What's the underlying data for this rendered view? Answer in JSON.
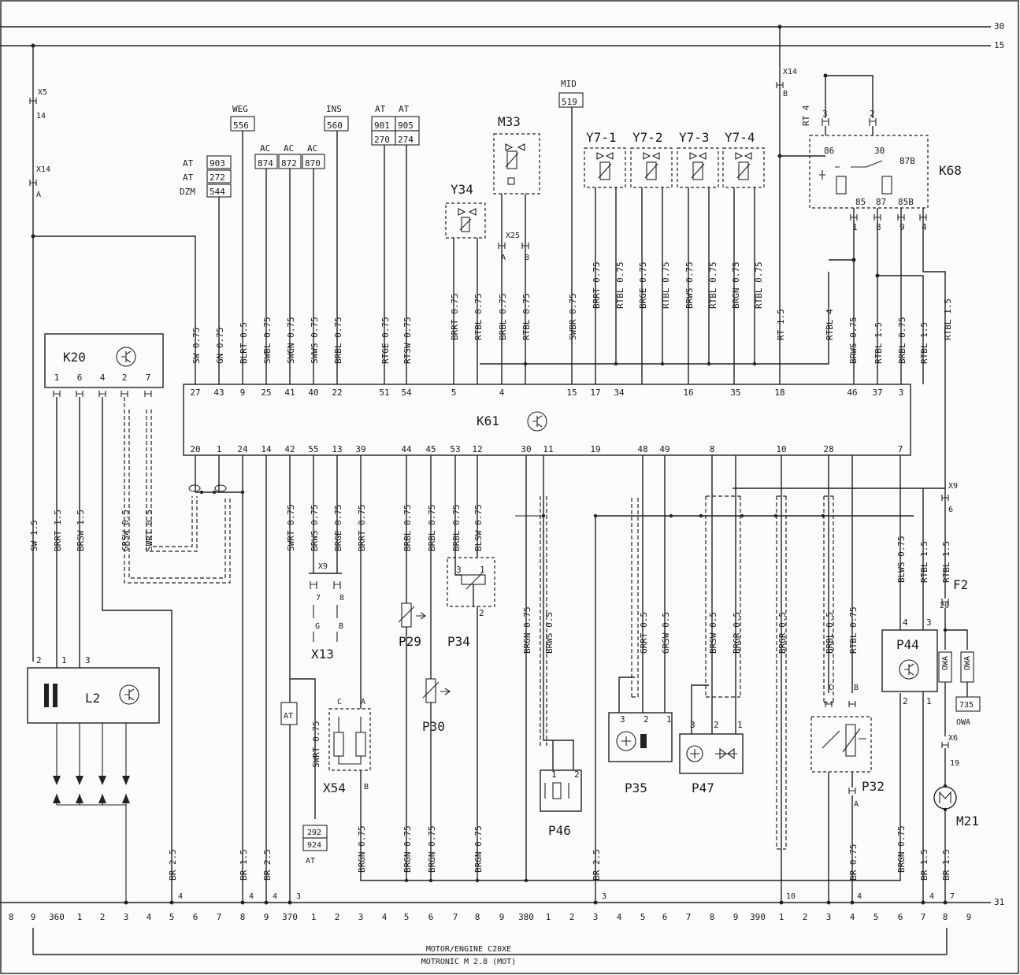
{
  "rails": {
    "top": "30",
    "second": "15",
    "ground": "31"
  },
  "title": {
    "line1": "MOTOR/ENGINE C20XE",
    "line2": "MOTRONIC M 2.8 (MOT)"
  },
  "components": {
    "k20": "K20",
    "k61": "K61",
    "k68": "K68",
    "l2": "L2",
    "x13": "X13",
    "x54": "X54",
    "p29": "P29",
    "p30": "P30",
    "p34": "P34",
    "p46": "P46",
    "p35": "P35",
    "p47": "P47",
    "p32": "P32",
    "p44": "P44",
    "m21": "M21",
    "f2": "F2",
    "y34": "Y34",
    "m33": "M33",
    "y71": "Y7-1",
    "y72": "Y7-2",
    "y73": "Y7-3",
    "y74": "Y7-4",
    "x25": "X25"
  },
  "connectors": {
    "x5": "X5",
    "x5_pin": "14",
    "x14a": "X14",
    "x14a_pin": "A",
    "x14b": "X14",
    "x14b_pin": "B",
    "x9a": "X9",
    "x9a_7": "7",
    "x9a_8": "8",
    "x9b": "X9",
    "x9b_pin": "6",
    "x6": "X6",
    "x6_pin": "19",
    "f2_pin": "20",
    "x13_g": "G",
    "x13_b": "B",
    "x25_a": "A",
    "x25_b": "B",
    "x54_c": "C",
    "x54_a": "A",
    "x54_b": "B",
    "p32_c": "C",
    "p32_b": "B",
    "p32_a": "A"
  },
  "refs": {
    "weg_label": "WEG",
    "weg": "556",
    "ins_label": "INS",
    "ins": "560",
    "mid_label": "MID",
    "mid": "519",
    "at1": "AT",
    "at1_v": "903",
    "at2": "AT",
    "at2_v": "272",
    "dzm": "DZM",
    "dzm_v": "544",
    "ac1": "AC",
    "ac1_v": "874",
    "ac2": "AC",
    "ac2_v": "872",
    "ac3": "AC",
    "ac3_v": "870",
    "at3": "AT",
    "at3_a": "901",
    "at3_b": "270",
    "at4": "AT",
    "at4_a": "905",
    "at4_b": "274",
    "x370a": "292",
    "x370b": "924",
    "x370at": "AT",
    "owa": "735",
    "owa_label": "OWA",
    "owa_box": "OWA",
    "at_box": "AT"
  },
  "k61_top_pins": [
    "27",
    "43",
    "9",
    "25",
    "41",
    "40",
    "22",
    "51",
    "54",
    "5",
    "4",
    "15",
    "17",
    "34",
    "16",
    "35",
    "18",
    "46",
    "37",
    "3"
  ],
  "k61_bottom_pins": [
    "20",
    "1",
    "24",
    "14",
    "42",
    "55",
    "13",
    "39",
    "44",
    "45",
    "53",
    "12",
    "30",
    "11",
    "19",
    "48",
    "49",
    "8",
    "10",
    "28",
    "7"
  ],
  "top_wires": [
    "SW 0.75",
    "GN 0.75",
    "BLRT 0.5",
    "SWBL 0.75",
    "SWGN 0.75",
    "SWWS 0.75",
    "BRBL 0.75",
    "RTGE 0.75",
    "RTSW 0.75",
    "BRRT 0.75",
    "RTBL 0.75",
    "BRBL 0.75",
    "RTBL 0.75",
    "SWBR 0.75",
    "BRRT 0.75",
    "RTBL 0.75",
    "BRGE 0.75",
    "RTBL 0.75",
    "BRWS 0.75",
    "RTBL 0.75",
    "BRGN 0.75",
    "RTBL 0.75",
    "RT 1.5",
    "RTBL 4",
    "BRWS 0.75",
    "RTBL 1.5",
    "BRBL 0.75",
    "RTBL 1.5",
    "RTBL 1.5",
    "RT 4"
  ],
  "bottom_wires": [
    "SW 1.5",
    "BRRT 1.5",
    "BRSW 1.5",
    "GRSW 0.5",
    "SWRT 0.5",
    "SWRT 0.75",
    "BRWS 0.75",
    "BRGE 0.75",
    "BRRT 0.75",
    "BRBL 0.75",
    "BRBL 0.75",
    "BRBL 0.75",
    "BLSW 0.75",
    "BRGN 0.75",
    "BRWS 0.5",
    "GRRT 0.5",
    "GRSW 0.5",
    "BRSW 0.5",
    "BRGR 0.5",
    "BRGR 0.5",
    "BRBL 0.5",
    "RTBL 0.75",
    "BLWS 0.75",
    "RTBL 1.5",
    "RTBL 1.5",
    "SWRT 0.75",
    "BRGN 0.75",
    "BRGN 0.75",
    "BRGN 0.75",
    "BRGN 0.75",
    "BRGN 0.75",
    "BR 2.5",
    "BR 1.5",
    "BR 2.5",
    "BR 2.5",
    "BR 0.75",
    "BRGN 0.75",
    "BR 1.5",
    "BR 1.5"
  ],
  "component_pins": {
    "k20": [
      "1",
      "6",
      "4",
      "2",
      "7"
    ],
    "l2": [
      "2",
      "1",
      "3"
    ],
    "k68": [
      "3",
      "2",
      "86",
      "30",
      "87B",
      "85",
      "87",
      "85B",
      "1",
      "8",
      "9",
      "4"
    ],
    "p34": [
      "3",
      "1",
      "2"
    ],
    "p46": [
      "1",
      "2"
    ],
    "p35": [
      "3",
      "2",
      "1"
    ],
    "p47": [
      "3",
      "2",
      "1"
    ],
    "p44": [
      "4",
      "3",
      "2",
      "1"
    ]
  },
  "ground_taps": [
    "4",
    "4",
    "4",
    "3",
    "3",
    "10",
    "4",
    "4",
    "7"
  ],
  "bus_numbers": [
    "8",
    "9",
    "360",
    "1",
    "2",
    "3",
    "4",
    "5",
    "6",
    "7",
    "8",
    "9",
    "370",
    "1",
    "2",
    "3",
    "4",
    "5",
    "6",
    "7",
    "8",
    "9",
    "380",
    "1",
    "2",
    "3",
    "4",
    "5",
    "6",
    "7",
    "8",
    "9",
    "390",
    "1",
    "2",
    "3",
    "4",
    "5",
    "6",
    "7",
    "8",
    "9"
  ]
}
